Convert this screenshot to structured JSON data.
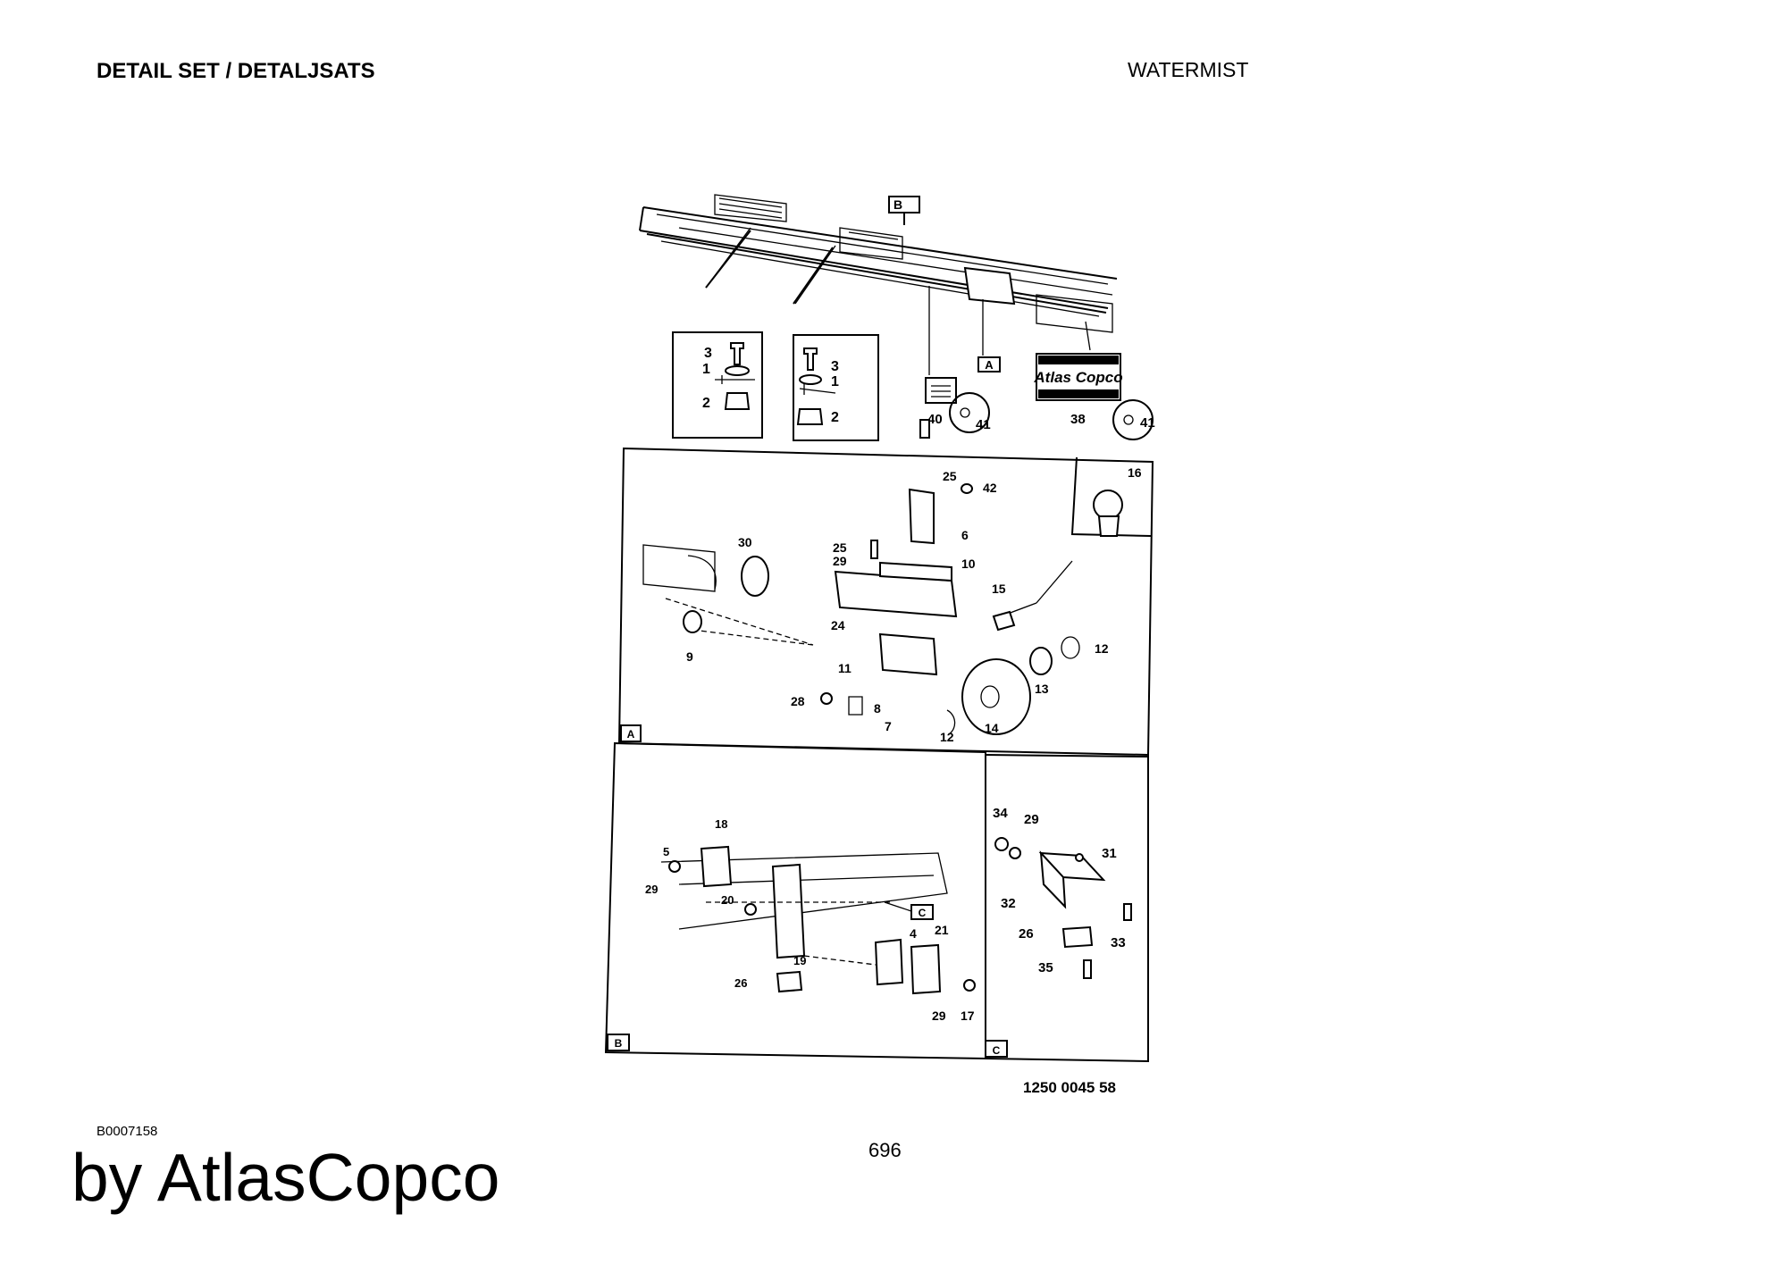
{
  "header": {
    "left_title": "DETAIL SET / DETALJSATS",
    "right_title": "WATERMIST"
  },
  "footer": {
    "doc_id": "B0007158",
    "page_number": "696",
    "brand": "by AtlasCopco"
  },
  "drawing": {
    "part_number": "1250 0045 58",
    "logo_text": "Atlas Copco",
    "view_tags": {
      "a": "A",
      "b": "B",
      "c": "C"
    },
    "callouts": {
      "top_left_box": [
        "3",
        "1",
        "2"
      ],
      "top_mid_box": [
        "3",
        "1",
        "2"
      ],
      "top_right": [
        "40",
        "41",
        "38",
        "41"
      ],
      "panel_a": [
        "25",
        "42",
        "16",
        "6",
        "30",
        "25",
        "29",
        "10",
        "15",
        "24",
        "9",
        "11",
        "12",
        "28",
        "8",
        "13",
        "7",
        "12",
        "14"
      ],
      "panel_b": [
        "18",
        "5",
        "29",
        "20",
        "19",
        "4",
        "21",
        "26",
        "29",
        "17"
      ],
      "panel_c": [
        "34",
        "29",
        "31",
        "32",
        "26",
        "33",
        "35"
      ]
    }
  }
}
